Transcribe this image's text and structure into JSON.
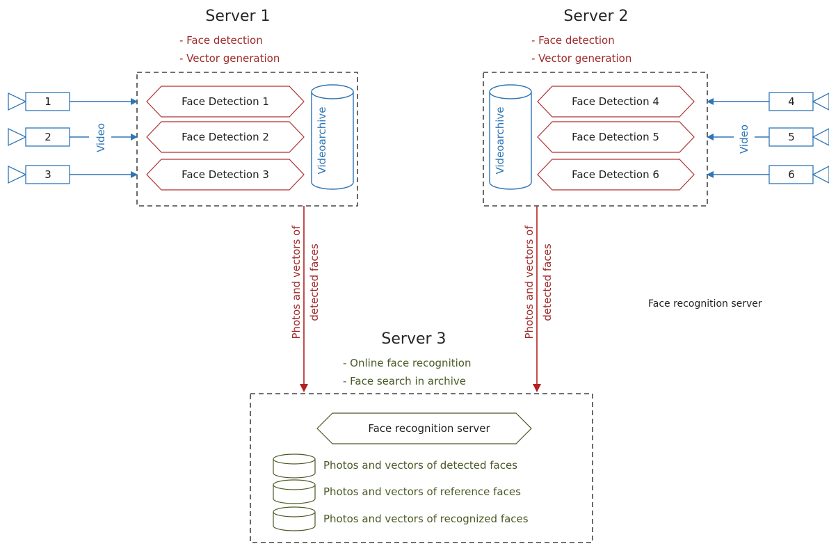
{
  "server1": {
    "title": "Server 1",
    "features": [
      "- Face detection",
      "- Vector generation"
    ],
    "modules": [
      "Face Detection 1",
      "Face Detection 2",
      "Face Detection 3"
    ],
    "archive_label": "Videoarchive",
    "cameras": [
      "1",
      "2",
      "3"
    ],
    "video_label": "Video",
    "output_label_line1": "Photos and vectors of",
    "output_label_line2": "detected faces"
  },
  "server2": {
    "title": "Server 2",
    "features": [
      "- Face detection",
      "- Vector generation"
    ],
    "modules": [
      "Face Detection 4",
      "Face Detection 5",
      "Face Detection 6"
    ],
    "archive_label": "Videoarchive",
    "cameras": [
      "4",
      "5",
      "6"
    ],
    "video_label": "Video",
    "output_label_line1": "Photos and vectors of",
    "output_label_line2": "detected faces"
  },
  "server3": {
    "title": "Server 3",
    "features": [
      "- Online face recognition",
      "- Face search in archive"
    ],
    "main_module": "Face recognition server",
    "databases": [
      "Photos and vectors of detected faces",
      "Photos and vectors of reference faces",
      "Photos and vectors of recognized faces"
    ]
  },
  "side_note": "Face recognition server",
  "colors": {
    "red": "#9e2a2a",
    "blue": "#2e75b6",
    "green": "#4a5a24",
    "dashed_border": "#444444"
  }
}
